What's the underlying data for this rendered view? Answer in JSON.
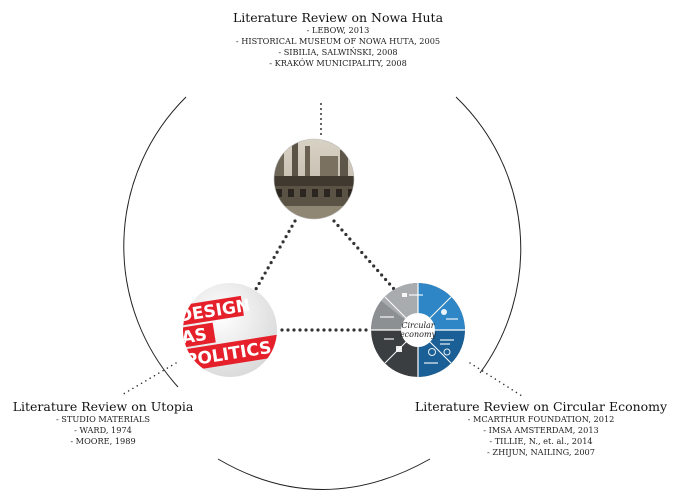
{
  "top": {
    "title": "Literature Review on Nowa Huta",
    "refs": [
      "- LEBOW, 2013",
      "- HISTORICAL MUSEUM OF NOWA HUTA, 2005",
      "- SIBILIA, SALWIŃSKI, 2008",
      "- KRAKÓW MUNICIPALITY, 2008"
    ]
  },
  "left": {
    "title": "Literature Review on Utopia",
    "refs": [
      "- STUDIO MATERIALS",
      "- WARD, 1974",
      "- MOORE, 1989"
    ]
  },
  "right": {
    "title": "Literature Review on Circular Economy",
    "refs": [
      "- MCARTHUR FOUNDATION, 2012",
      "- IMSA AMSTERDAM, 2013",
      "- TILLIE, N., et. al., 2014",
      "- ZHIJUN, NAILING, 2007"
    ]
  },
  "logo": {
    "line1": "DESIGN",
    "line2": "AS",
    "line3": "POLITICS"
  },
  "circular": {
    "center_line1": "Circular",
    "center_line2": "economy"
  },
  "colors": {
    "logo_red": "#e5202b",
    "ce_blue_dark": "#1a5f95",
    "ce_blue": "#2f86c6",
    "ce_gray": "#8d9093",
    "ce_dark": "#3b3e41",
    "dots": "#333333",
    "arc": "#222222"
  }
}
